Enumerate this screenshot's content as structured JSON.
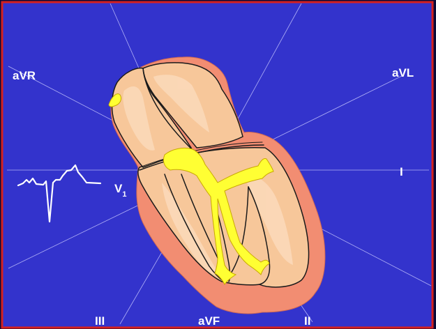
{
  "colors": {
    "background": "#3333cc",
    "border": "#d42020",
    "outer_frame": "#0a0a3a",
    "pericardium": "#f28d72",
    "myocardium": "#f7c79a",
    "chamber_highlight": "#fde0c4",
    "conduction_system": "#ffff33",
    "lead_lines": "#c8c8ff",
    "ecg_trace": "#ffffff",
    "label_text": "#ffffff"
  },
  "leads": {
    "avr": "aVR",
    "avl": "aVL",
    "i": "I",
    "ii": "II",
    "iii": "III",
    "avf": "aVF",
    "v1_main": "V",
    "v1_sub": "1"
  }
}
